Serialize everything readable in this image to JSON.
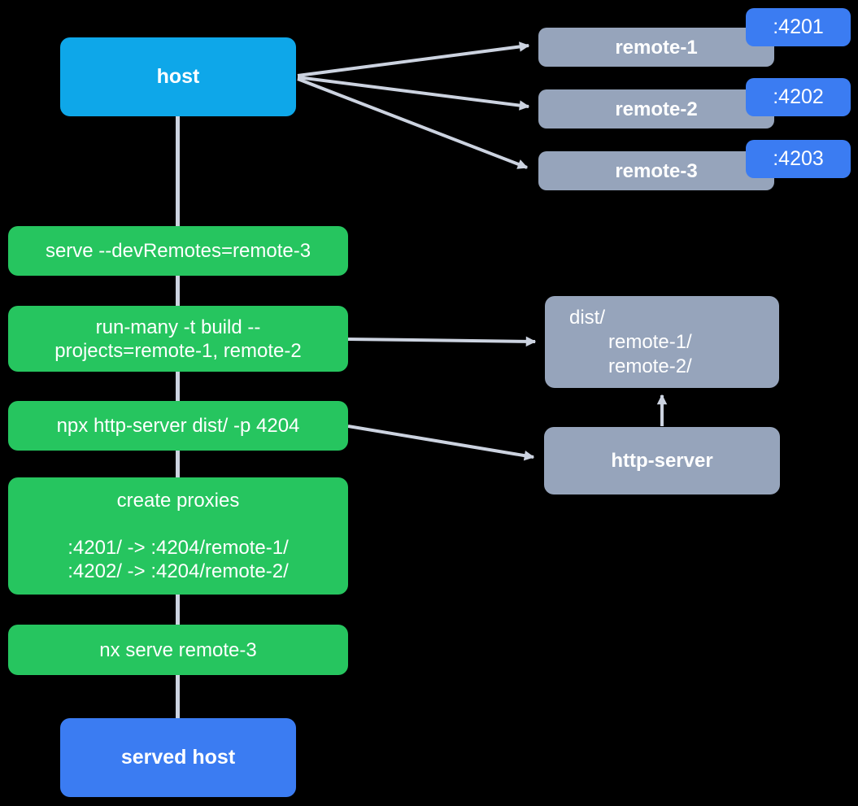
{
  "colors": {
    "background": "#000000",
    "host_fill": "#0ea7e9",
    "accent_blue": "#3b7cf2",
    "step_green": "#26c55f",
    "node_gray": "#96a4bb",
    "connector": "#ccd3e0",
    "text": "#ffffff"
  },
  "host": {
    "label": "host"
  },
  "remotes": [
    {
      "label": "remote-1",
      "port": ":4201"
    },
    {
      "label": "remote-2",
      "port": ":4202"
    },
    {
      "label": "remote-3",
      "port": ":4203"
    }
  ],
  "steps": [
    {
      "lines": [
        "serve --devRemotes=remote-3"
      ]
    },
    {
      "lines": [
        "run-many -t build --",
        "projects=remote-1, remote-2"
      ]
    },
    {
      "lines": [
        "npx http-server dist/ -p 4204"
      ]
    },
    {
      "lines": [
        "create proxies",
        "",
        ":4201/ -> :4204/remote-1/",
        ":4202/ -> :4204/remote-2/"
      ]
    },
    {
      "lines": [
        "nx serve remote-3"
      ]
    }
  ],
  "dist_box": {
    "lines": [
      "dist/",
      "remote-1/",
      "remote-2/"
    ]
  },
  "http_server": {
    "label": "http-server"
  },
  "served_host": {
    "label": "served host"
  }
}
